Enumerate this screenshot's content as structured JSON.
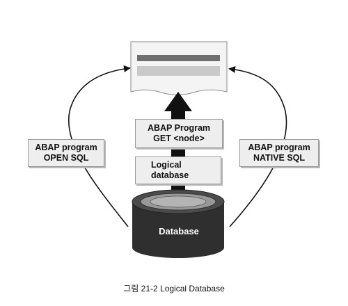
{
  "diagram": {
    "left_box": {
      "line1": "ABAP program",
      "line2": "OPEN SQL"
    },
    "right_box": {
      "line1": "ABAP program",
      "line2": "NATIVE SQL"
    },
    "get_node_box": {
      "line1": "ABAP Program",
      "line2": "GET <node>"
    },
    "logical_db_box": {
      "line1": "Logical",
      "line2": "database"
    },
    "database_label": "Database"
  },
  "caption": "그림 21-2 Logical Database"
}
